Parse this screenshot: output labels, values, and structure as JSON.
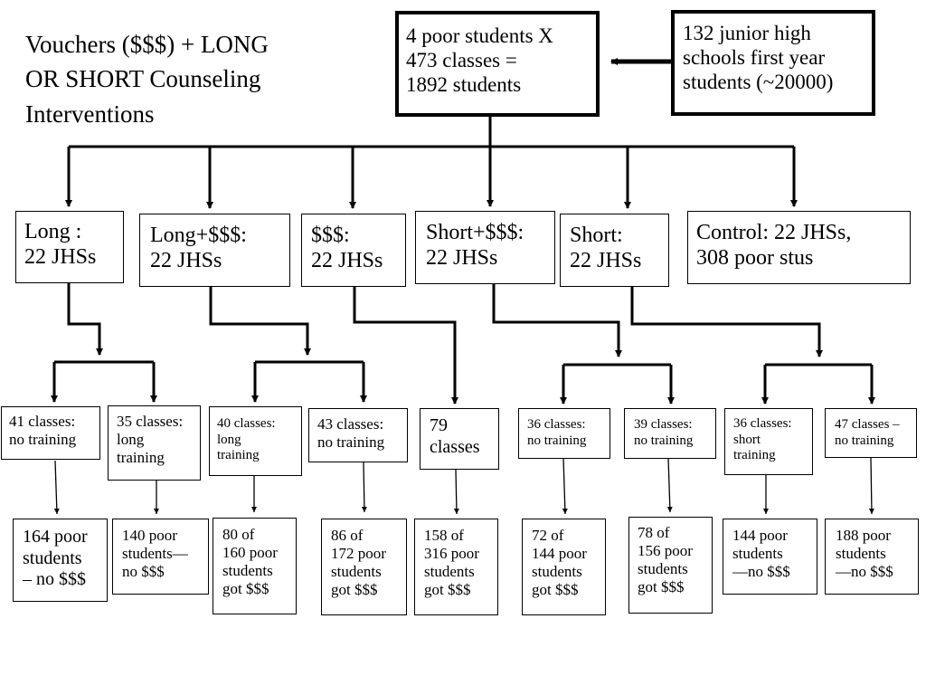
{
  "title": "Vouchers ($$$) + LONG\nOR SHORT Counseling\nInterventions",
  "top": {
    "sample": "4 poor students X\n473 classes =\n1892 students",
    "source": "132 junior high\nschools first year\nstudents (~20000)"
  },
  "arms": {
    "long": "Long :\n22 JHSs",
    "long_money": "Long+$$$:\n22 JHSs",
    "money": "$$$:\n22 JHSs",
    "short_money": "Short+$$$:\n22 JHSs",
    "short": "Short:\n22 JHSs",
    "control": "Control: 22 JHSs,\n308 poor stus"
  },
  "classes": {
    "c1": "41 classes:\nno training",
    "c2": "35 classes:\nlong\ntraining",
    "c3": "40 classes:\nlong\ntraining",
    "c4": "43 classes:\nno training",
    "c5": "79\nclasses",
    "c6": "36 classes:\nno training",
    "c7": "39 classes:\nno training",
    "c8": "36 classes:\nshort\ntraining",
    "c9": "47 classes –\nno training"
  },
  "outcomes": {
    "o1": "164 poor\nstudents\n– no $$$",
    "o2": "140 poor\nstudents—\nno $$$",
    "o3": "80 of\n160 poor\nstudents\ngot $$$",
    "o4": "86 of\n172 poor\nstudents\ngot $$$",
    "o5": "158 of\n316 poor\nstudents\ngot $$$",
    "o6": "72 of\n144 poor\nstudents\ngot $$$",
    "o7": "78 of\n156 poor\nstudents\ngot $$$",
    "o8": "144 poor\nstudents\n—no $$$",
    "o9": "188 poor\nstudents\n—no $$$"
  }
}
